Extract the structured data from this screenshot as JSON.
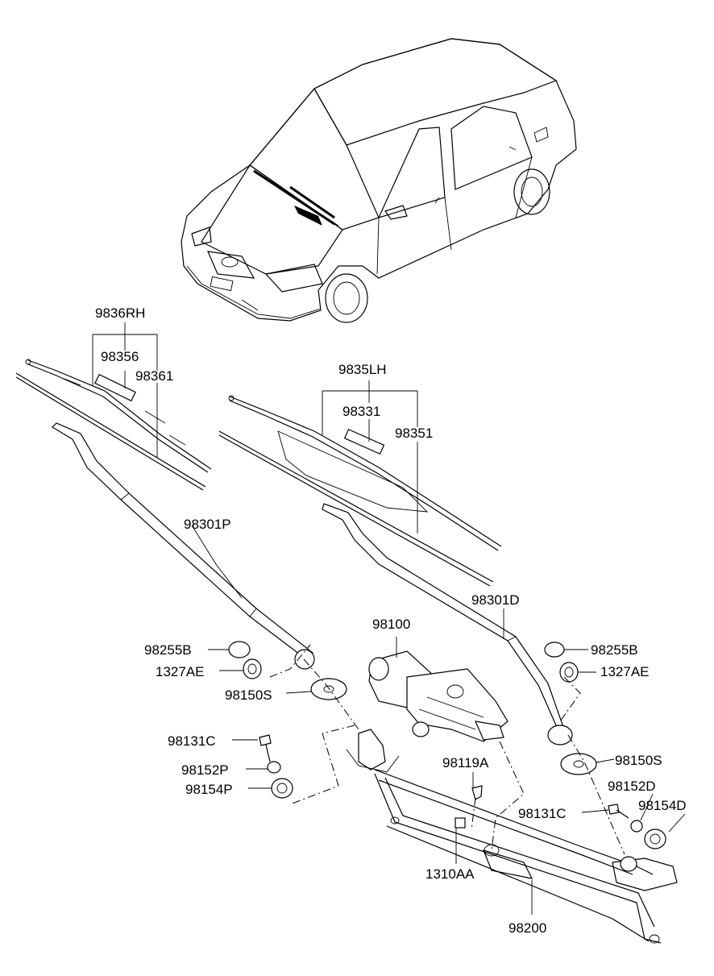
{
  "diagram": {
    "labels": {
      "rh_blade_assy": "9836RH",
      "rh_blade_insert": "98356",
      "rh_blade_refill": "98361",
      "lh_blade_assy": "9835LH",
      "lh_blade_insert": "98331",
      "lh_blade_refill": "98351",
      "arm_passenger": "98301P",
      "arm_driver": "98301D",
      "motor": "98100",
      "cap_left": "98255B",
      "cap_right": "98255B",
      "nut_left": "1327AE",
      "nut_right": "1327AE",
      "washer_left": "98150S",
      "washer_right": "98150S",
      "bolt_left": "98131C",
      "bolt_right": "98131C",
      "bushing_p": "98152P",
      "grommet_p": "98154P",
      "bushing_d": "98152D",
      "grommet_d": "98154D",
      "screw": "98119A",
      "bolt_1310": "1310AA",
      "linkage": "98200"
    }
  }
}
